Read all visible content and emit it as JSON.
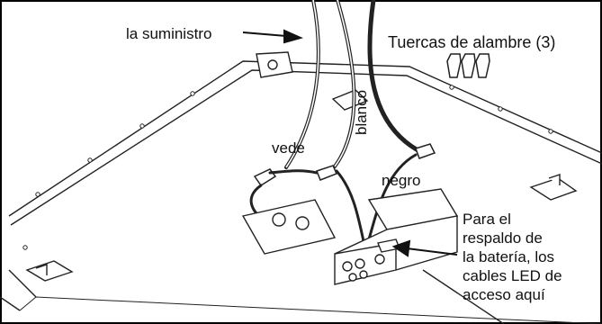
{
  "labels": {
    "supply": "la suministro",
    "wire_nuts": "Tuercas de alambre (3)",
    "green": "vede",
    "white": "blanco",
    "black": "negro",
    "battery_note": [
      "Para el",
      "respaldo de",
      "la batería, los",
      "cables LED de",
      "acceso aquí"
    ]
  }
}
